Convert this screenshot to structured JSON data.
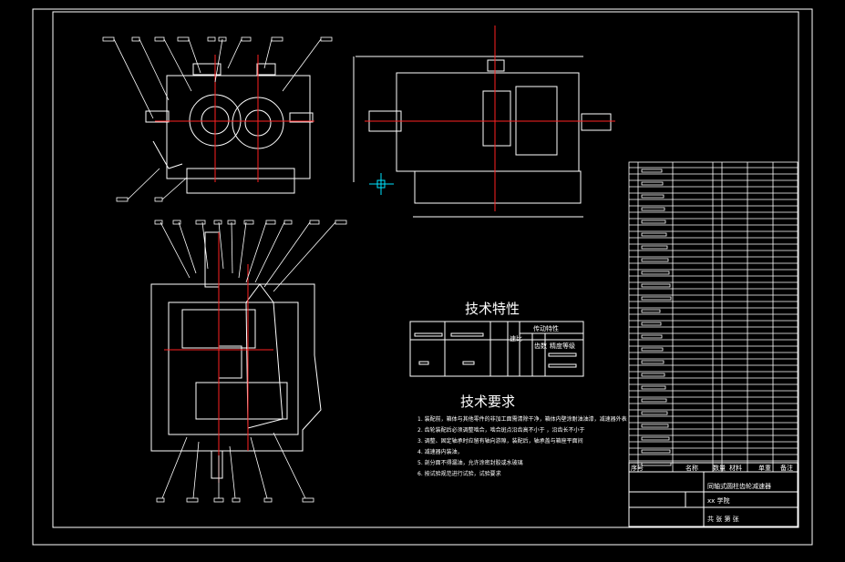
{
  "drawing": {
    "colors": {
      "background": "#000000",
      "line": "#ffffff",
      "centerline": "#ff2222",
      "cursor": "#00e5ff"
    },
    "tech_char_title": "技术特性",
    "tech_req_title": "技术要求",
    "tech_char_table": {
      "col_header": "传动特性",
      "sub_headers": [
        "速比",
        "齿数",
        "精度等级"
      ]
    },
    "tech_requirements": [
      "1. 装配前，箱体与其他零件的非加工面需清除干净，箱体内壁涂耐油油漆，减速器外表",
      "2. 齿轮装配后必须调整啮合，啮合斑点沿齿高不小于  ，沿齿长不小于",
      "3. 调整、固定轴承时应留有轴向游隙，装配后，轴承盖与箱座平面间",
      "4. 减速器内装油，",
      "5. 剖分面不得漏油，允许涂密封胶或水玻璃",
      "6. 按试验规范进行试验，试验要求"
    ],
    "title_block": {
      "columns": [
        "序号",
        "名称",
        "数量",
        "材料",
        "单重",
        "备注"
      ],
      "drawing_name": "同轴式圆柱齿轮减速器",
      "university": "xx 学院",
      "sheets": "共   张  第   张"
    }
  }
}
